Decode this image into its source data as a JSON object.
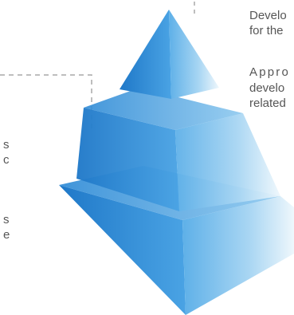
{
  "diagram": {
    "tiers": 3,
    "colors": {
      "dark": "#1f78c8",
      "mid": "#3c97dc",
      "light": "#7cc0ec",
      "pale": "#d4ebf8",
      "connector": "#a9a9a9",
      "text": "#565656"
    }
  },
  "right_text": {
    "line1": "Develo",
    "line2": "for the",
    "line3": "Appro",
    "line4": "develo",
    "line5": "related"
  },
  "left_text": {
    "line1": "s",
    "line2": "c",
    "line3": "s",
    "line4": "e"
  }
}
